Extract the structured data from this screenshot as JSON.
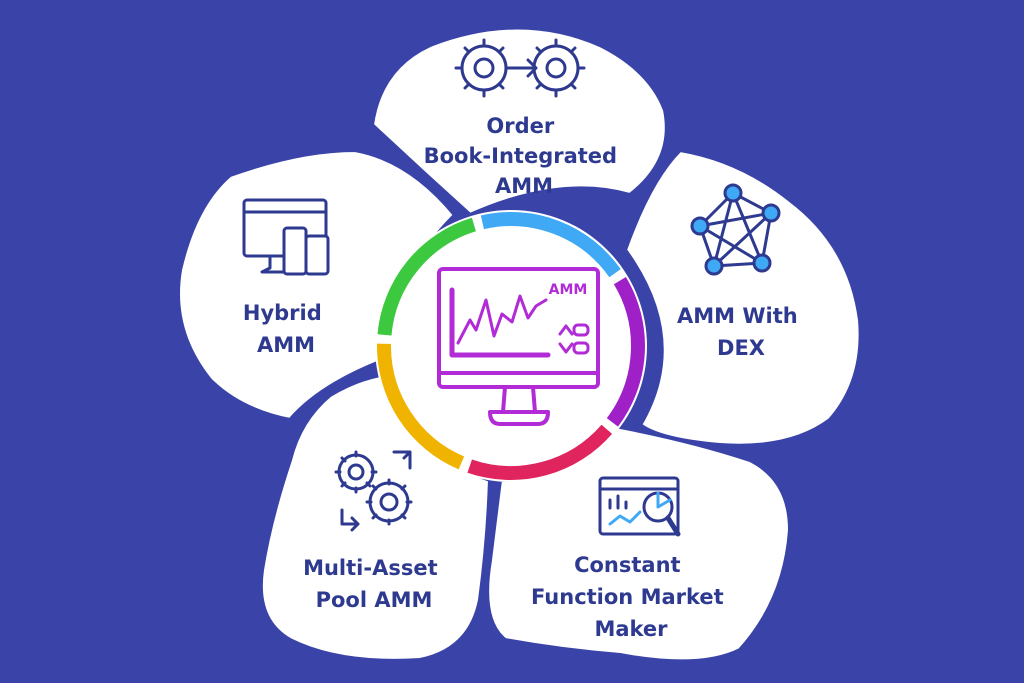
{
  "colors": {
    "background": "#3a44a8",
    "petal": "#ffffff",
    "label_text": "#2e3a8f",
    "icon_stroke": "#2e3a8f",
    "icon_accent": "#3fa9f5",
    "center_purple": "#b12bd6",
    "ring": [
      "#3fa9f5",
      "#a020c8",
      "#e0245e",
      "#f0b400",
      "#3cc93f"
    ]
  },
  "center": {
    "monitor_label": "AMM",
    "icon": "monitor-chart-icon"
  },
  "petals": [
    {
      "id": "order-book",
      "lines": [
        "Order",
        "Book-Integrated",
        "AMM"
      ],
      "icon": "gears-arrow-icon"
    },
    {
      "id": "amm-dex",
      "lines": [
        "AMM With",
        "DEX"
      ],
      "icon": "network-icon"
    },
    {
      "id": "constant-function",
      "lines": [
        "Constant",
        "Function Market",
        "Maker"
      ],
      "icon": "analytics-magnifier-icon"
    },
    {
      "id": "multi-asset",
      "lines": [
        "Multi-Asset",
        "Pool AMM"
      ],
      "icon": "gears-cycle-icon"
    },
    {
      "id": "hybrid",
      "lines": [
        "Hybrid",
        "AMM"
      ],
      "icon": "devices-icon"
    }
  ]
}
